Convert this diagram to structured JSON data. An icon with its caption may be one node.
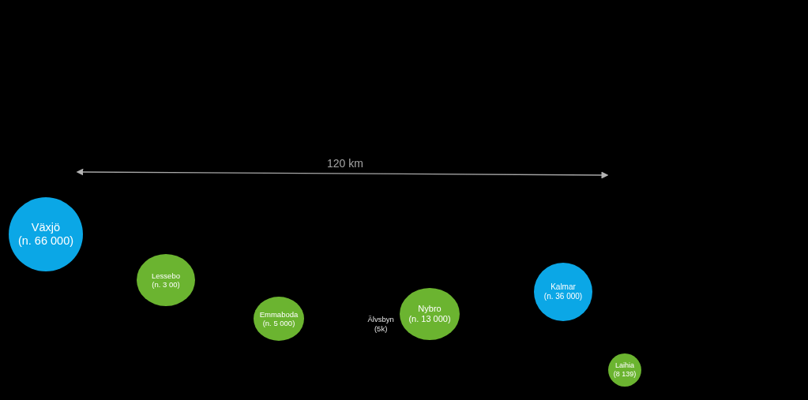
{
  "diagram": {
    "nodes": [
      {
        "text": [
          "Växjö",
          "(n. 66 000)"
        ]
      },
      {
        "text": [
          "Lessebo",
          "(n. 3 00)"
        ]
      },
      {
        "text": [
          "Emmaboda",
          "(n. 5 000)"
        ]
      },
      {
        "text": [
          "Nybro",
          "(n. 13 000)"
        ]
      },
      {
        "text": [
          "Kalmar",
          "(n. 36 000)"
        ]
      },
      {
        "text": [
          "Laihia",
          "(8 139)"
        ]
      }
    ],
    "labels": [
      "120 km",
      "Älvsbyn (5k)"
    ]
  }
}
